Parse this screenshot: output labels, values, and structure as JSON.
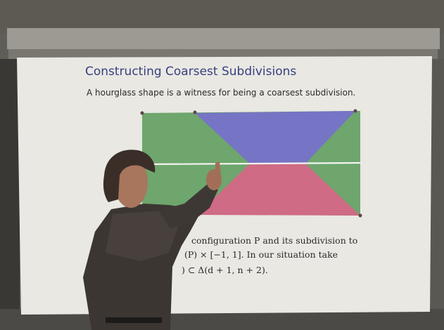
{
  "slide": {
    "title": "Constructing Coarsest Subdivisions",
    "subtitle": "A hourglass shape is a witness for being a coarsest subdivision.",
    "body_lines": [
      "configuration P and its subdivision to",
      "(P) × [−1, 1]. In our situation take",
      ") ⊂ Δ(d + 1, n + 2)."
    ]
  },
  "colors": {
    "green_region": "#6ea66d",
    "purple_region": "#7674c4",
    "pink_region": "#cf6b84",
    "slide_background": "#ecebe7",
    "title": "#37407f"
  }
}
